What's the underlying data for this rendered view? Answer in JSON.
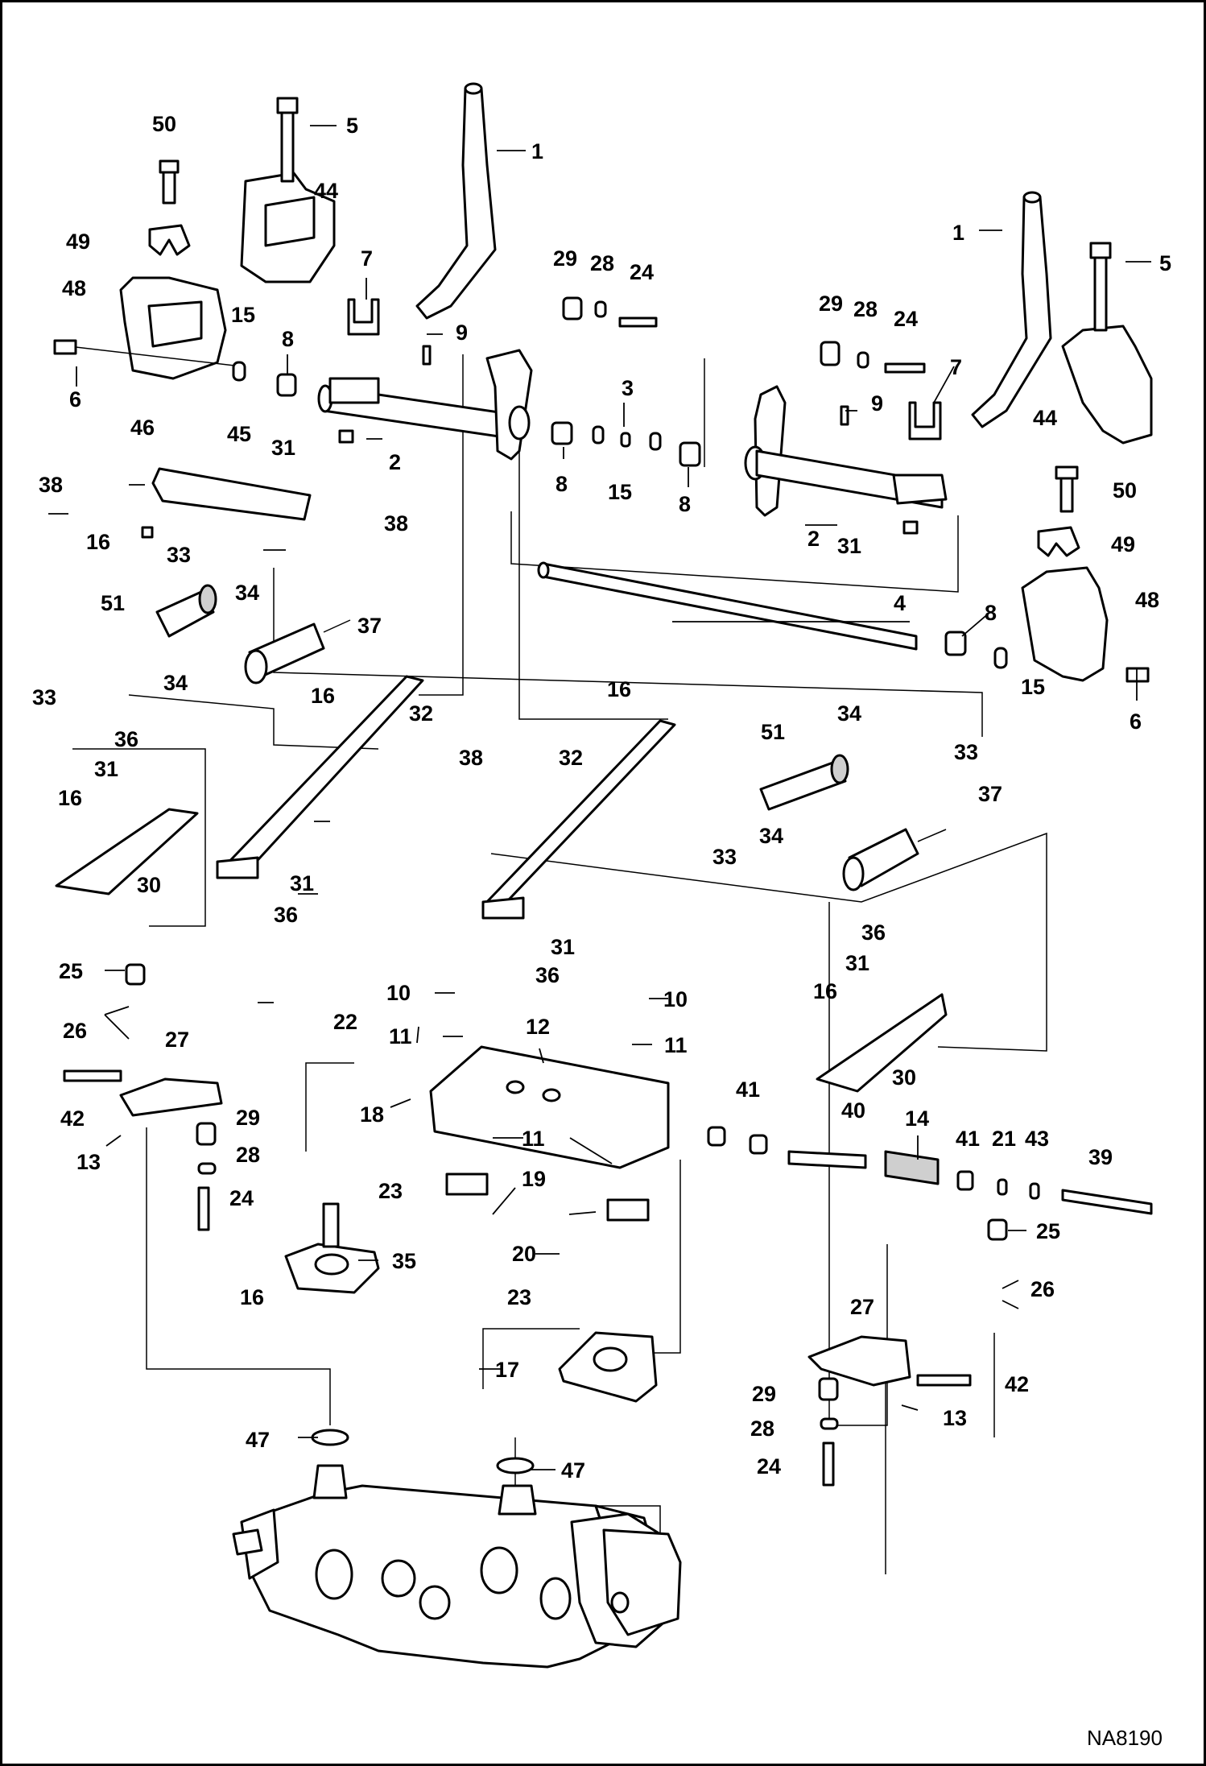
{
  "diagram": {
    "reference_code": "NA8190",
    "callouts": [
      "1",
      "2",
      "3",
      "4",
      "5",
      "6",
      "7",
      "8",
      "9",
      "10",
      "11",
      "12",
      "13",
      "14",
      "15",
      "16",
      "17",
      "18",
      "19",
      "20",
      "21",
      "22",
      "23",
      "24",
      "25",
      "26",
      "27",
      "28",
      "29",
      "30",
      "31",
      "32",
      "33",
      "34",
      "35",
      "36",
      "37",
      "38",
      "39",
      "40",
      "41",
      "42",
      "43",
      "44",
      "45",
      "46",
      "47",
      "48",
      "49",
      "50",
      "51"
    ]
  }
}
